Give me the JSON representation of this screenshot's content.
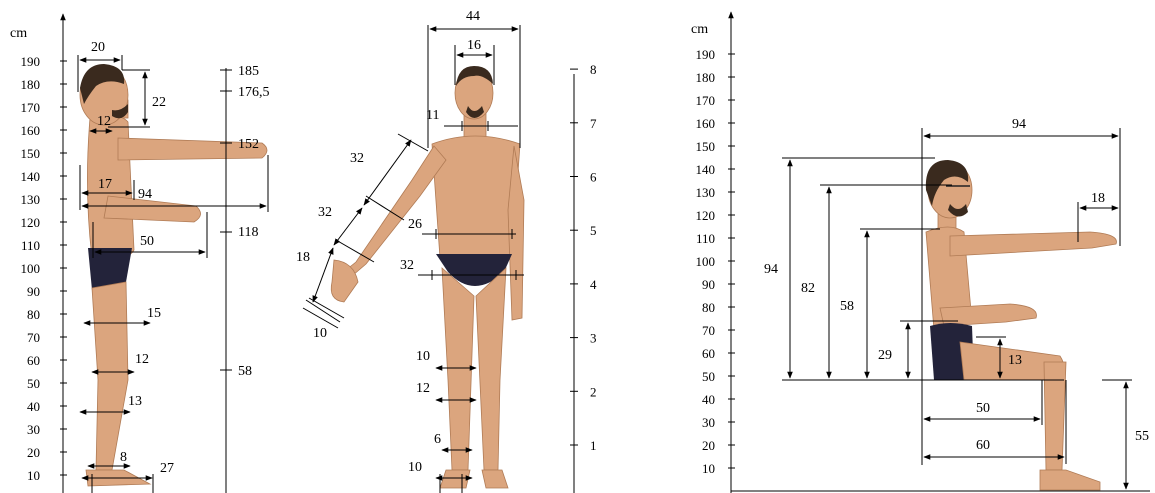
{
  "unit": "cm",
  "side_view": {
    "height_scale": [
      "10",
      "20",
      "30",
      "40",
      "50",
      "60",
      "70",
      "80",
      "90",
      "100",
      "110",
      "120",
      "130",
      "140",
      "150",
      "160",
      "170",
      "180",
      "190"
    ],
    "reference_marks": [
      "185",
      "176,5",
      "152",
      "118",
      "58"
    ],
    "dimensions": {
      "head_depth": "20",
      "head_height": "22",
      "neck_depth": "12",
      "chest_depth": "17",
      "arm_reach": "94",
      "forearm_reach": "50",
      "thigh_depth": "15",
      "knee_depth": "12",
      "calf_depth": "13",
      "ankle_depth": "8",
      "foot_length": "27"
    }
  },
  "front_view": {
    "module_scale": [
      "1",
      "2",
      "3",
      "4",
      "5",
      "6",
      "7",
      "8"
    ],
    "dimensions": {
      "elbow_span": "44",
      "head_width": "16",
      "neck_width": "11",
      "upper_arm": "32",
      "forearm": "32",
      "hand": "18",
      "hand_width": "10",
      "upper_arm_length": "32",
      "waist_width": "26",
      "hip_width": "32",
      "knee_width": "10",
      "calf_width": "12",
      "ankle_width": "6",
      "foot_width": "10"
    }
  },
  "seated_view": {
    "height_scale": [
      "10",
      "20",
      "30",
      "40",
      "50",
      "60",
      "70",
      "80",
      "90",
      "100",
      "110",
      "120",
      "130",
      "140",
      "150",
      "160",
      "170",
      "180",
      "190"
    ],
    "dimensions": {
      "forward_reach": "94",
      "hand_length": "18",
      "sitting_height": "94",
      "eye_height": "82",
      "shoulder_height": "58",
      "elbow_height": "29",
      "thigh_clearance": "13",
      "buttock_knee": "50",
      "buttock_popliteal": "60",
      "seat_height": "55"
    }
  }
}
